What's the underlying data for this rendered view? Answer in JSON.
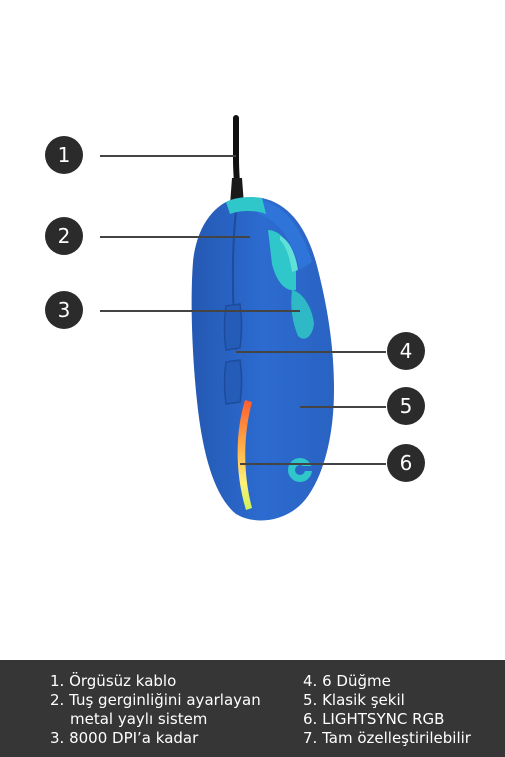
{
  "callouts": [
    {
      "number": "1"
    },
    {
      "number": "2"
    },
    {
      "number": "3"
    },
    {
      "number": "4"
    },
    {
      "number": "5"
    },
    {
      "number": "6"
    }
  ],
  "legend": {
    "left": [
      {
        "text": "1. Örgüsüz kablo"
      },
      {
        "text": "2. Tuş gerginliğini ayarlayan"
      },
      {
        "text": "metal yaylı sistem"
      },
      {
        "text": "3. 8000 DPI’a kadar"
      }
    ],
    "right": [
      {
        "text": "4. 6 Düğme"
      },
      {
        "text": "5. Klasik şekil"
      },
      {
        "text": "6. LIGHTSYNC RGB"
      },
      {
        "text": "7. Tam özelleştirilebilir"
      }
    ]
  },
  "colors": {
    "mouse_body": "#2a66c7",
    "mouse_accent": "#2fc7c9",
    "legend_background": "#363636",
    "callout_background": "#2b2b2b"
  }
}
